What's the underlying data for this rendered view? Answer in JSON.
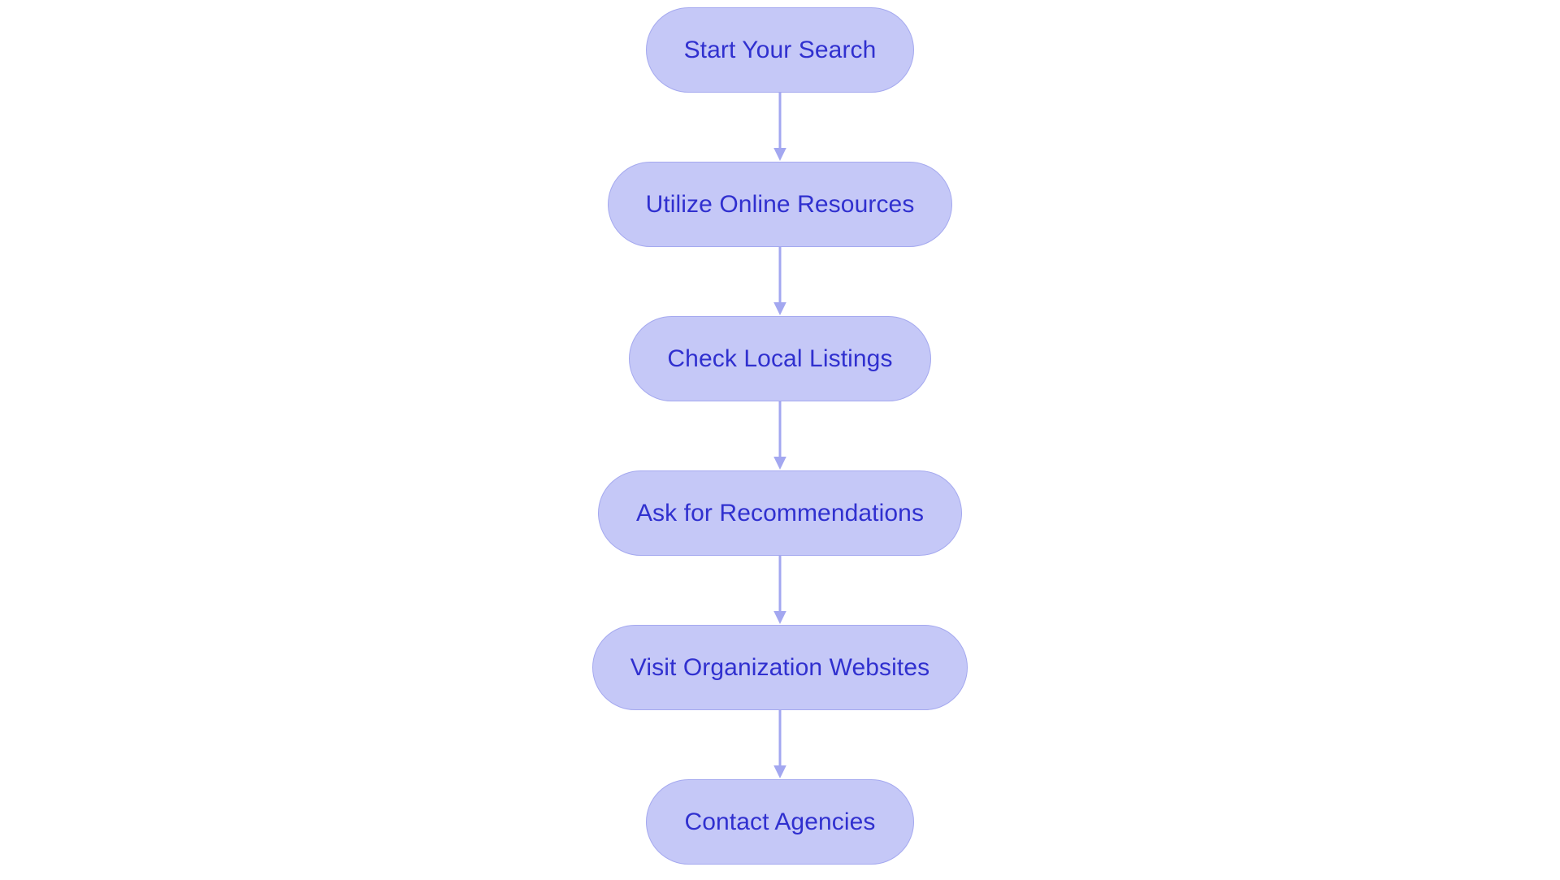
{
  "chart_data": {
    "type": "diagram",
    "diagram_type": "flowchart",
    "orientation": "vertical top-to-bottom",
    "title": "",
    "background_color": "#ffffff",
    "node_fill_color": "#c5c8f7",
    "node_border_color": "#a5a9ef",
    "node_text_color": "#3030cf",
    "connector_color": "#a3a7f0",
    "node_shape": "rounded-pill",
    "nodes": [
      {
        "id": "n1",
        "label": "Start Your Search"
      },
      {
        "id": "n2",
        "label": "Utilize Online Resources"
      },
      {
        "id": "n3",
        "label": "Check Local Listings"
      },
      {
        "id": "n4",
        "label": "Ask for Recommendations"
      },
      {
        "id": "n5",
        "label": "Visit Organization Websites"
      },
      {
        "id": "n6",
        "label": "Contact Agencies"
      }
    ],
    "edges": [
      {
        "from": "n1",
        "to": "n2",
        "label": "",
        "arrow": "down"
      },
      {
        "from": "n2",
        "to": "n3",
        "label": "",
        "arrow": "down"
      },
      {
        "from": "n3",
        "to": "n4",
        "label": "",
        "arrow": "down"
      },
      {
        "from": "n4",
        "to": "n5",
        "label": "",
        "arrow": "down"
      },
      {
        "from": "n5",
        "to": "n6",
        "label": "",
        "arrow": "down"
      }
    ]
  },
  "flowchart": {
    "nodes": [
      {
        "label": "Start Your Search"
      },
      {
        "label": "Utilize Online Resources"
      },
      {
        "label": "Check Local Listings"
      },
      {
        "label": "Ask for Recommendations"
      },
      {
        "label": "Visit Organization Websites"
      },
      {
        "label": "Contact Agencies"
      }
    ]
  }
}
